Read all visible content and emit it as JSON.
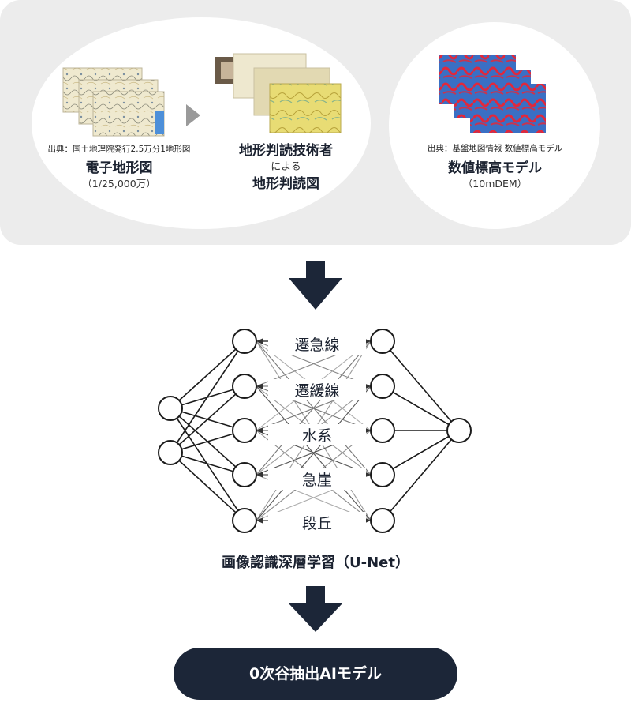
{
  "sources": {
    "map": {
      "credit": "出典：国土地理院発行2.5万分1地形図",
      "title": "電子地形図",
      "subtitle": "（1/25,000万）"
    },
    "interpretation": {
      "title_line1": "地形判読技術者",
      "title_line2": "による",
      "title_line3": "地形判読図"
    },
    "dem": {
      "credit": "出典：基盤地図情報 数値標高モデル",
      "title": "数値標高モデル",
      "subtitle": "（10mDEM）"
    }
  },
  "network": {
    "title": "画像認識深層学習（U-Net）",
    "classes": [
      "遷急線",
      "遷緩線",
      "水系",
      "急崖",
      "段丘"
    ]
  },
  "output": {
    "label": "0次谷抽出AIモデル"
  },
  "colors": {
    "navy": "#1c2638",
    "panel": "#ececec",
    "dem_red": "#e0283c",
    "dem_blue": "#3a6fc4"
  }
}
